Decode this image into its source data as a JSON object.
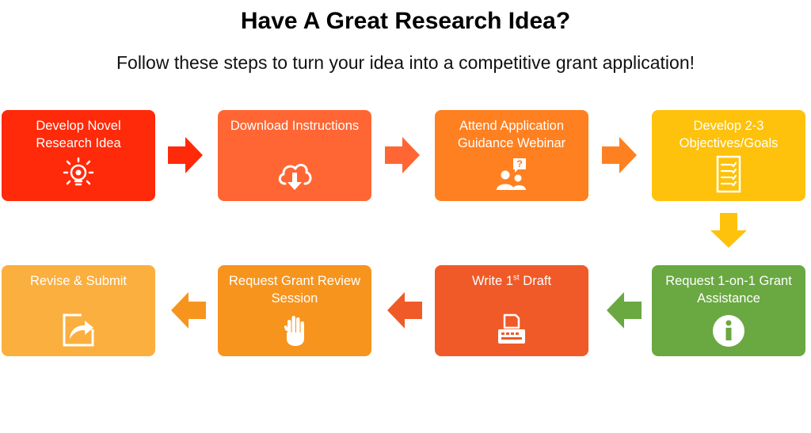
{
  "header": {
    "title": "Have A Great Research Idea?",
    "subtitle": "Follow these steps to turn your idea into a competitive grant application!"
  },
  "steps": [
    {
      "label": "Develop Novel Research Idea",
      "icon": "lightbulb-icon",
      "color": "#ff2a0a"
    },
    {
      "label": "Download Instructions",
      "icon": "cloud-download-icon",
      "color": "#ff6633"
    },
    {
      "label": "Attend Application Guidance Webinar",
      "icon": "webinar-question-icon",
      "color": "#ff8020"
    },
    {
      "label": "Develop 2-3 Objectives/Goals",
      "icon": "checklist-icon",
      "color": "#fec20c"
    },
    {
      "label": "Request 1-on-1 Grant Assistance",
      "icon": "info-icon",
      "color": "#6aa842"
    },
    {
      "label_main": "Write 1",
      "label_sup": "st",
      "label_end": " Draft",
      "icon": "typewriter-icon",
      "color": "#f05a28"
    },
    {
      "label": "Request Grant Review Session",
      "icon": "hand-icon",
      "color": "#f7941d"
    },
    {
      "label": "Revise & Submit",
      "icon": "share-icon",
      "color": "#fbaf3f"
    }
  ]
}
